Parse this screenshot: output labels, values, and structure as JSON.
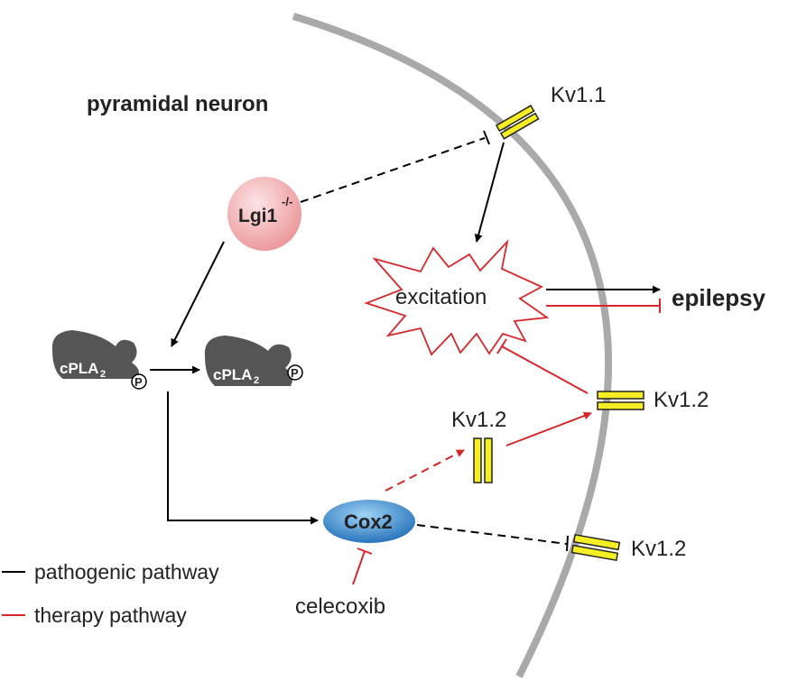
{
  "title": "pyramidal neuron",
  "nodes": {
    "lgi1": {
      "label": "Lgi1",
      "superscript": "-/-"
    },
    "cpla2_left": {
      "label": "cPLA",
      "subscript": "2",
      "phospho": "P"
    },
    "cpla2_right": {
      "label": "cPLA",
      "subscript": "2",
      "phospho": "P"
    },
    "cox2": {
      "label": "Cox2"
    },
    "excitation": {
      "label": "excitation"
    },
    "epilepsy": {
      "label": "epilepsy"
    },
    "celecoxib": {
      "label": "celecoxib"
    },
    "kv11": {
      "label": "Kv1.1"
    },
    "kv12_top": {
      "label": "Kv1.2"
    },
    "kv12_mid": {
      "label": "Kv1.2"
    },
    "kv12_bottom": {
      "label": "Kv1.2"
    }
  },
  "legend": [
    {
      "label": "pathogenic pathway",
      "color": "#000000"
    },
    {
      "label": "therapy pathway",
      "color": "#d9262a"
    }
  ],
  "colors": {
    "membrane": "#a9a9a9",
    "channel": "#f5ee24",
    "pathogenic": "#000000",
    "therapy": "#d9262a",
    "cpla2": "#555555",
    "cox2": "#2d7fc8",
    "lgi1": "#f2a6a8"
  }
}
